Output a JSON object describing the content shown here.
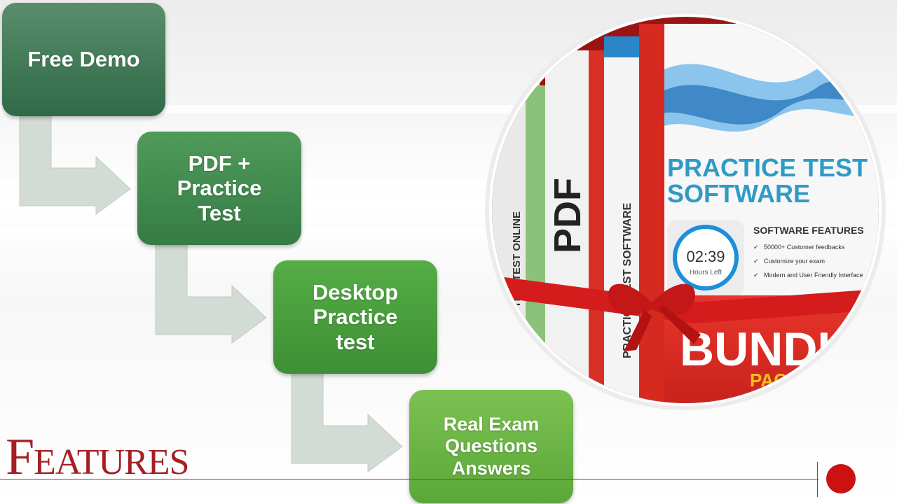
{
  "steps": [
    {
      "lines": [
        "Free Demo"
      ]
    },
    {
      "lines": [
        "PDF +",
        "Practice",
        "Test"
      ]
    },
    {
      "lines": [
        "Desktop",
        "Practice",
        "test"
      ]
    },
    {
      "lines": [
        "Real Exam",
        "Questions",
        "Answers"
      ]
    }
  ],
  "slide_title": "Features",
  "product_box": {
    "practice_title_line1": "PRACTICE TEST",
    "practice_title_line2": "SOFTWARE",
    "features_heading": "SOFTWARE FEATURES",
    "features": [
      "50000+ Customer feedbacks",
      "Customize your exam",
      "Modern and User Friendly Interface"
    ],
    "timer": "02:39",
    "timer_label": "Hours Left",
    "spine_software": "PRACTICE TEST SOFTWARE",
    "spine_pdf": "PDF",
    "spine_online": "PRACTICE TEST ONLINE",
    "bundle_line1": "BUNDLE",
    "bundle_line2": "PACK"
  },
  "colors": {
    "accent_red": "#a51f24",
    "step1": "#3f7a55",
    "step2": "#418a4e",
    "step3": "#4a9f3d",
    "step4": "#6bb545"
  }
}
